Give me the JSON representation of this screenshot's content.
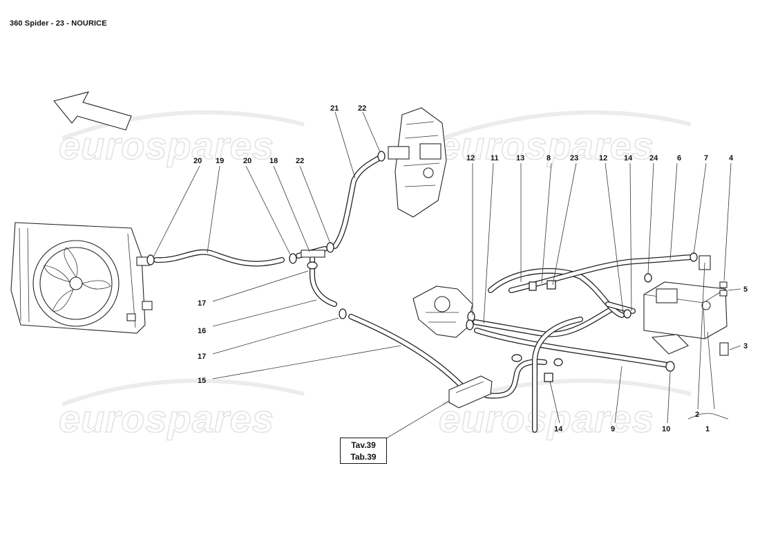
{
  "title": "360 Spider - 23 - NOURICE",
  "watermark": "eurospares",
  "reference_box": {
    "line1": "Tav.39",
    "line2": "Tab.39"
  },
  "callouts": {
    "c20a": "20",
    "c19": "19",
    "c20b": "20",
    "c18": "18",
    "c22a": "22",
    "c21": "21",
    "c22b": "22",
    "c17a": "17",
    "c16": "16",
    "c17b": "17",
    "c15": "15",
    "c12a": "12",
    "c11": "11",
    "c13": "13",
    "c8": "8",
    "c23": "23",
    "c12b": "12",
    "c14a": "14",
    "c24": "24",
    "c6": "6",
    "c7": "7",
    "c4": "4",
    "c5": "5",
    "c3": "3",
    "c2": "2",
    "c1": "1",
    "c10": "10",
    "c9": "9",
    "c14b": "14"
  },
  "icons": [
    "direction-arrow-icon",
    "radiator-fan-part",
    "expansion-tank-part"
  ]
}
